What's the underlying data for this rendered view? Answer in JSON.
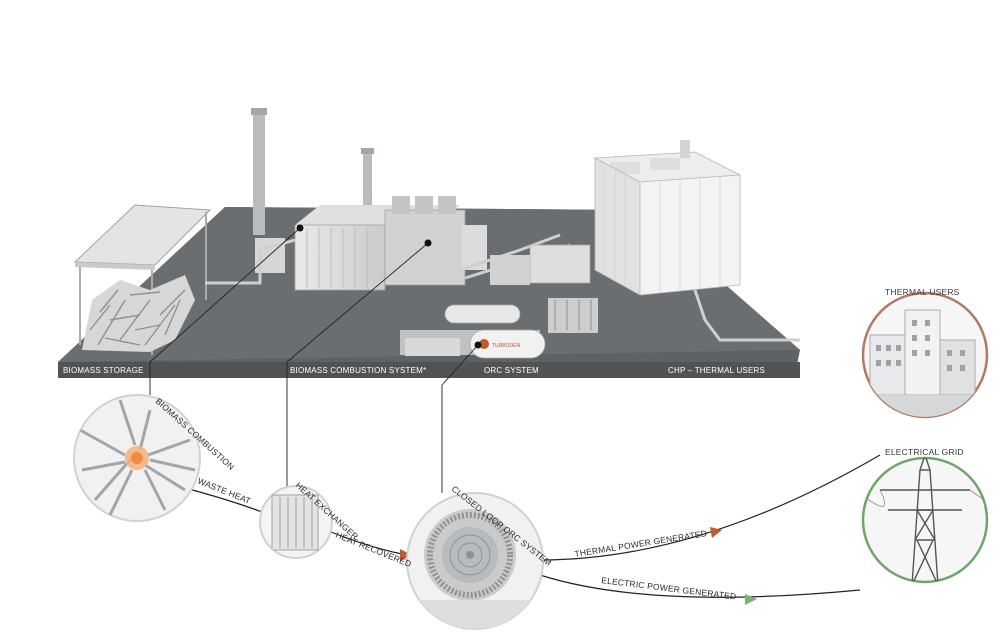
{
  "platform_labels": {
    "biomass_storage": "BIOMASS STORAGE",
    "combustion_system": "BIOMASS COMBUSTION SYSTEM*",
    "orc_system": "ORC SYSTEM",
    "chp_thermal_users": "CHP – THERMAL USERS"
  },
  "flow_labels": {
    "biomass_combustion": "BIOMASS COMBUSTION",
    "waste_heat": "WASTE HEAT",
    "heat_exchanger": "HEAT EXCHANGER",
    "heat_recovered": "HEAT RECOVERED",
    "closed_loop_orc": "CLOSED LOOP ORC SYSTEM",
    "thermal_power_generated": "THERMAL POWER GENERATED",
    "electric_power_generated": "ELECTRIC POWER GENERATED"
  },
  "outputs": {
    "thermal_users": "THERMAL USERS",
    "electrical_grid": "ELECTRICAL GRID"
  },
  "brand": "TURBODEN",
  "colors": {
    "platform": "#6b6e71",
    "thermal_ring": "#b07a62",
    "electric_ring": "#6fa56a",
    "thermal_arrow": "#c0592e",
    "electric_arrow": "#7bb36f"
  }
}
